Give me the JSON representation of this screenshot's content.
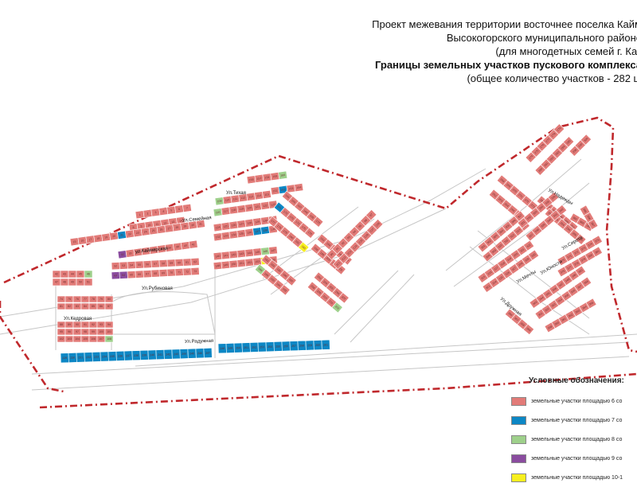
{
  "title_lines": [
    "Проект межевания территории восточнее поселка Кайм",
    "Высокогорского муниципального районе",
    "(для многодетных семей г. Каз"
  ],
  "title_bold": "Границы земельных участков пускового комплекса",
  "title_sub": "(общее количество участков - 282 ш",
  "legend": {
    "title": "Условные обозначения:",
    "items": [
      {
        "label": "земельные участки площадью 6 со",
        "color": "#e27b78"
      },
      {
        "label": "земельные участки площадью 7 со",
        "color": "#0c87c5"
      },
      {
        "label": "земельные участки площадью 8 со",
        "color": "#9ed08b"
      },
      {
        "label": "земельные участки площадью 9 со",
        "color": "#8a4c9f"
      },
      {
        "label": "земельные участки площадью 10-1",
        "color": "#f7ef1f"
      }
    ]
  },
  "streets": {
    "tikhaya": "Ул.Тихая",
    "semeynaya": "Ул.Семейная",
    "kaymarskaya": "ул.Каймарская",
    "rubinovaya": "Ул.Рубиновая",
    "kedrovaya": "Ул.Кедровая",
    "raduzhnaya": "Ул.Радужная",
    "nadezhdy": "Ул.Надежды",
    "sirotsk": "Ул.Сирота",
    "yunosti": "Ул.Юности",
    "mechty": "Ул.Мечты",
    "druzhnaya": "Ул.Дружная"
  },
  "colors": {
    "plot_6": "#e27b78",
    "plot_7": "#0c87c5",
    "plot_8": "#9ed08b",
    "plot_9": "#8a4c9f",
    "plot_10": "#f7ef1f",
    "boundary": "#c0282c",
    "road_line": "#c8c8c8"
  }
}
